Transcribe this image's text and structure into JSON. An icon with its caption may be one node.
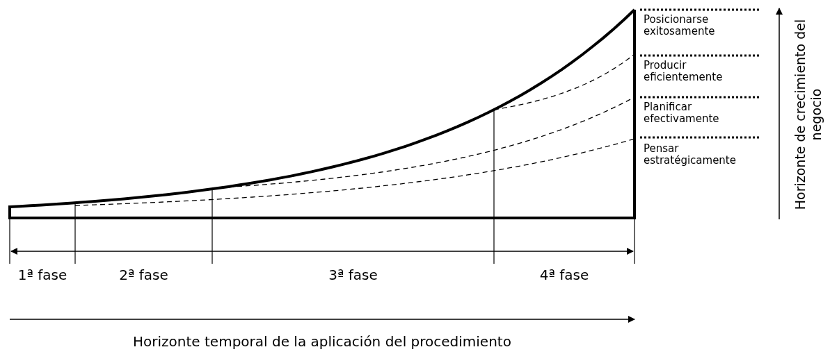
{
  "diagram": {
    "labels": [
      "Posicionarse exitosamente",
      "Producir eficientemente",
      "Planificar efectivamente",
      "Pensar estratégicamente",
      "Horizonte de crecimiento del negocio",
      "1ª fase",
      "2ª fase",
      "3ª fase",
      "4ª fase",
      "Horizonte temporal de la aplicación del procedimiento"
    ]
  }
}
